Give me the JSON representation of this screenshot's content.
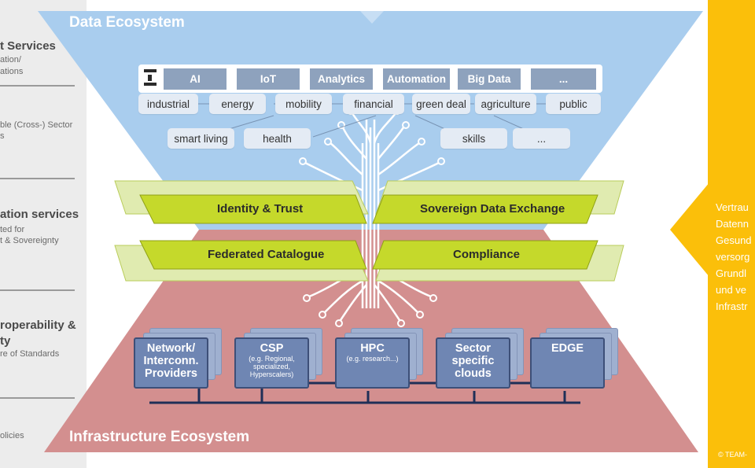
{
  "left_panel": {
    "sections": [
      {
        "heading": "t Services",
        "lines": [
          "ation/",
          "ations"
        ]
      },
      {
        "heading": "",
        "lines": [
          "ble (Cross-) Sector",
          "s"
        ]
      },
      {
        "heading": "ation services",
        "lines": [
          "ted for",
          "t & Sovereignty"
        ]
      },
      {
        "heading": "roperability &",
        "heading2": "ty",
        "lines": [
          "re of Standards"
        ]
      },
      {
        "heading": "",
        "lines": [
          "olicies"
        ]
      }
    ]
  },
  "diagram": {
    "top_title": "Data Ecosystem",
    "bottom_title": "Infrastructure Ecosystem",
    "tech_row": [
      "AI",
      "IoT",
      "Analytics",
      "Automation",
      "Big Data",
      "..."
    ],
    "sectors_row1": [
      "industrial",
      "energy",
      "mobility",
      "financial",
      "green deal",
      "agriculture",
      "public"
    ],
    "sectors_row2": [
      "smart living",
      "health",
      "skills",
      "..."
    ],
    "services": {
      "identity": "Identity & Trust",
      "sovereign": "Sovereign Data Exchange",
      "catalogue": "Federated Catalogue",
      "compliance": "Compliance"
    },
    "providers": [
      {
        "title": "Network/ Interconn. Providers",
        "sub": ""
      },
      {
        "title": "CSP",
        "sub": "(e.g. Regional, specialized, Hyperscalers)"
      },
      {
        "title": "HPC",
        "sub": "(e.g. research...)"
      },
      {
        "title": "Sector specific clouds",
        "sub": ""
      },
      {
        "title": "EDGE",
        "sub": ""
      }
    ]
  },
  "right_panel": {
    "lines": [
      "Vertrau",
      "Datenn",
      "Gesund",
      "versorg",
      "Grundl",
      "und ve",
      "Infrastr"
    ],
    "copyright": "© TEAM-"
  },
  "colors": {
    "data_ecosystem": "#a9cdee",
    "infrastructure_ecosystem": "#d38f8f",
    "band_green": "#c5d92b",
    "provider_box": "#6f86b3",
    "right_panel": "#fbbf0a"
  }
}
